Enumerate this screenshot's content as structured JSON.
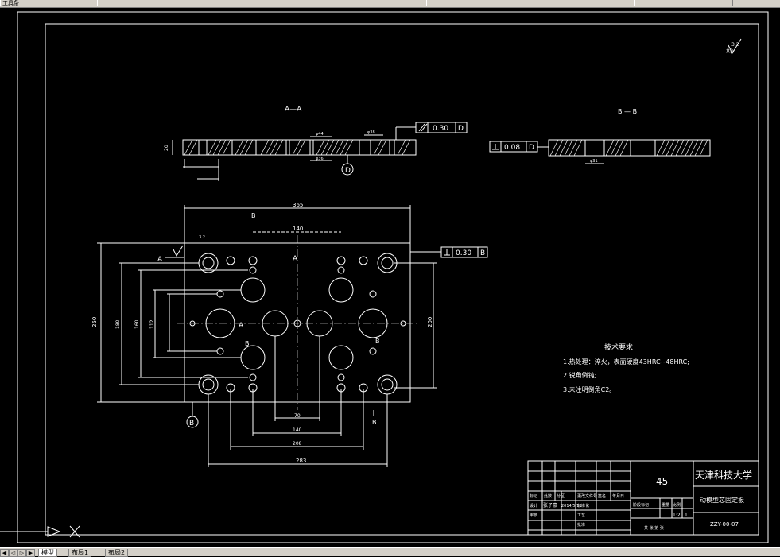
{
  "toolbar": {
    "seg1": "工具条",
    "seg2": "",
    "seg3": "",
    "seg4": "",
    "seg5": ""
  },
  "drawing": {
    "section_aa": "A—A",
    "section_bb": "B — B",
    "roughness_corner": "3.2",
    "roughness_corner_other": "其余",
    "tol_flat_aa": "0.30",
    "tol_flat_aa_ref": "D",
    "tol_perp_bb": "0.08",
    "tol_perp_bb_ref": "D",
    "tol_perp_main": "0.30",
    "tol_perp_main_ref": "B",
    "datum_d": "D",
    "datum_b": "B",
    "dim_top_width": "365",
    "dim_top_inner": "140",
    "dim_left_height": "250",
    "dim_left_a": "180",
    "dim_left_b": "160",
    "dim_left_c": "112",
    "dim_right_height": "200",
    "dim_bottom_70": "70",
    "dim_bottom_140": "140",
    "dim_bottom_208": "208",
    "dim_bottom_283": "283",
    "dim_thk": "20",
    "dim_phi44": "φ44",
    "dim_phi36": "φ36",
    "dim_phi38": "φ38",
    "dim_phi31": "φ31",
    "label_a_left": "A",
    "label_a_center": "A",
    "label_a_bottom": "A",
    "label_b_top": "B",
    "label_b_mid1": "B",
    "label_b_mid2": "B",
    "label_b_bottom": "B",
    "label_roughness_mid": "3.2"
  },
  "tech_requirements": {
    "title": "技术要求",
    "item1": "1.热处理：淬火，表面硬度43HRC~48HRC;",
    "item2": "2.锐角倒钝;",
    "item3": "3.未注明倒角C2。"
  },
  "title_block": {
    "material": "45",
    "school": "天津科技大学",
    "part_name": "动模型芯固定板",
    "drawing_no": "ZZY-00-07",
    "scale": "1:2",
    "sheet": "1",
    "row_labels": [
      "标记",
      "处数",
      "分区",
      "更改文件号",
      "签名",
      "年月日"
    ],
    "design_label": "设计",
    "designer": "张子豪",
    "date": "2014/5/10",
    "std_label": "标准化",
    "review_label": "审核",
    "process_label": "工艺",
    "approve_label": "批准",
    "stage_label": "阶段标记",
    "weight_label": "重量",
    "scale_label": "比例",
    "sheets_label": "共 张 第 张"
  },
  "layout_tabs": [
    "模型",
    "布局1",
    "布局2"
  ],
  "colors": {
    "line": "#ffffff",
    "background": "#000000",
    "chrome": "#d4d0c8"
  }
}
